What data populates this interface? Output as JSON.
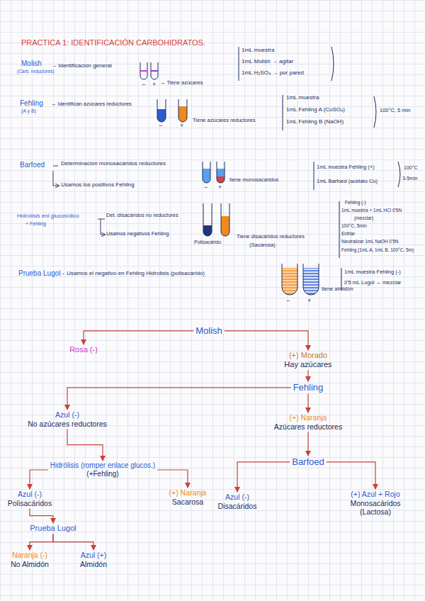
{
  "diagram": {
    "title": "PRACTICA 1: IDENTIFICACIÓN CARBOHIDRATOS.",
    "nodes": [
      {
        "text": [
          "Molish"
        ]
      },
      {
        "text": [
          "Rosa (-)"
        ]
      },
      {
        "text": [
          "(+) Morado",
          "Hay azúcares"
        ]
      },
      {
        "text": [
          "Fehling"
        ]
      },
      {
        "text": [
          "Azul (-)",
          "No azúcares reductores"
        ]
      },
      {
        "text": [
          "(+) Naranja",
          "Azúcares reductores"
        ]
      },
      {
        "text": [
          "Hidrólisis (romper enlace glucos.)",
          "(+Fehling)"
        ]
      },
      {
        "text": [
          "Barfoed"
        ]
      },
      {
        "text": [
          "Azul (-)",
          "Polisacáridos"
        ]
      },
      {
        "text": [
          "(+) Naranja",
          "Sacarosa"
        ]
      },
      {
        "text": [
          "Azul (-)",
          "Disacáridos"
        ]
      },
      {
        "text": [
          "(+) Azul + Rojo",
          "Monosacáridos (Lactosa)"
        ]
      },
      {
        "text": [
          "Prueba Lugol"
        ]
      },
      {
        "text": [
          "Naranja (-)",
          "No Almidón"
        ]
      },
      {
        "text": [
          "Azul (+)",
          "Almidón"
        ]
      }
    ],
    "edges": [
      {
        "from": 0,
        "to": 1,
        "arrow": "to"
      },
      {
        "from": 0,
        "to": 2,
        "arrow": "to"
      },
      {
        "from": 2,
        "to": 3,
        "arrow": "to"
      },
      {
        "from": 3,
        "to": 4,
        "arrow": "to"
      },
      {
        "from": 3,
        "to": 5,
        "arrow": "to"
      },
      {
        "from": 4,
        "to": 6,
        "arrow": "to"
      },
      {
        "from": 5,
        "to": 7,
        "arrow": "to"
      },
      {
        "from": 6,
        "to": 8,
        "arrow": "to"
      },
      {
        "from": 6,
        "to": 9,
        "arrow": "to"
      },
      {
        "from": 7,
        "to": 10,
        "arrow": "to"
      },
      {
        "from": 7,
        "to": 11,
        "arrow": "to"
      },
      {
        "from": 8,
        "to": 12,
        "arrow": "to"
      },
      {
        "from": 12,
        "to": 13,
        "arrow": "to"
      },
      {
        "from": 12,
        "to": 14,
        "arrow": "to"
      }
    ],
    "labels": [
      "Molish",
      "(Carb. reductores)",
      "→ Identificación general",
      "−",
      "+",
      "→ Tiene azúcares",
      "1mL muestra",
      "1mL Molish → agitar",
      "1mL H₂SO₄ → por pared",
      "Fehling",
      "(A y B)",
      "→ Identifican azúcares reductores",
      "−",
      "+",
      "Tiene azúcares reductores",
      "1mL muestra",
      "1mL Fehling A (CuSO₄)",
      "1mL Fehling B (NaOH)",
      "100°C, 5 min",
      "Barfoed",
      "Determinación monosacáridos reductores",
      "Usamos los positivos Fehling",
      "−",
      "+",
      "tiene monosacáridos",
      "1mL muestra Fehling (+)",
      "1mL Barfoed (acetato Cu)",
      "100°C",
      "3-5min",
      "Hidrolisis enl glucosídico",
      "+ Fehling",
      "Det. disacáridos no reductores",
      "Usamos negativos Fehling",
      "Polisacárido",
      "Tiene disacáridos reductores",
      "(Sacarosa)",
      "Fehling (-)",
      "1mL muestra + 1mL HCl 0'5N",
      "(mezclar)",
      "100°C, 5min",
      "Enfriar",
      "Neutralizar 1mL NaOH 0'5N",
      "Fehling (1mL A, 1mL B, 100°C, 5m)",
      "Prueba Lugol",
      "→ Usamos el negativo en Fehling Hidrolisis (polisacárido)",
      "−",
      "+",
      "tiene almidón",
      "1mL muestra Fehling (-)",
      "0'5 mL Lugol → mezclar"
    ]
  }
}
